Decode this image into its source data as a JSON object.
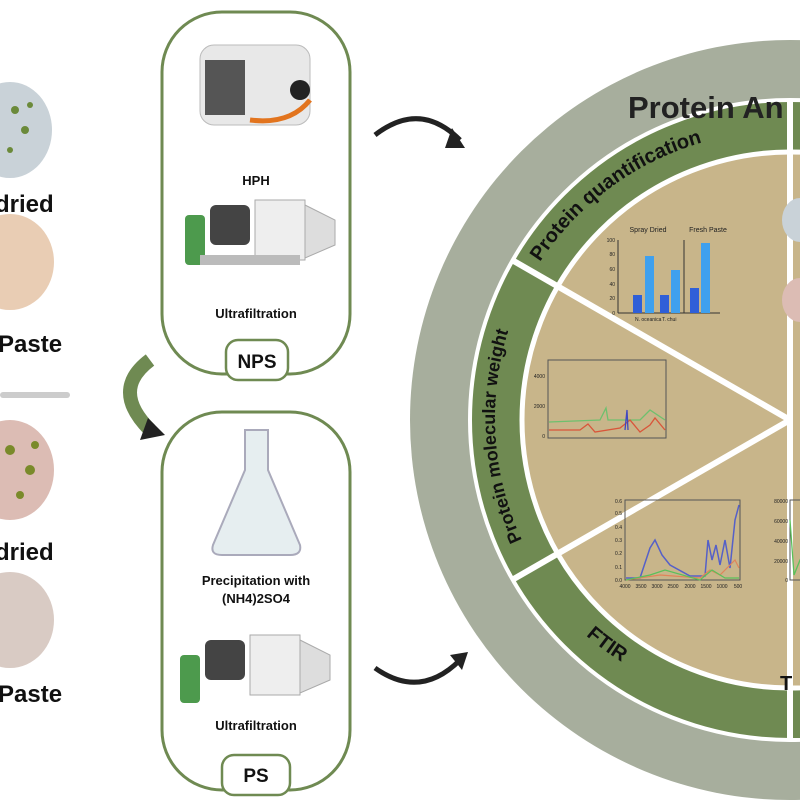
{
  "left_samples": [
    {
      "label": "dried",
      "color": "#c9d2d8"
    },
    {
      "label": "Paste",
      "color": "#e9cdb4"
    },
    {
      "label": "dried",
      "color": "#dcbcb4"
    },
    {
      "label": "Paste",
      "color": "#d9cbc4"
    }
  ],
  "nps_panel": {
    "step1": "HPH",
    "step2": "Ultrafiltration",
    "badge": "NPS"
  },
  "ps_panel": {
    "step1_line1": "Precipitation with",
    "step1_line2": "(NH4)2SO4",
    "step2": "Ultrafiltration",
    "badge": "PS"
  },
  "wheel": {
    "title": "Protein An",
    "segments": {
      "quantification": "Protein quantification",
      "molecular_weight": "Protein molecular weight",
      "ftir": "FTIR",
      "partial": "T"
    },
    "bar_chart": {
      "groups": [
        "Spray Dried",
        "Fresh Paste"
      ],
      "categories": [
        "N. oceanica",
        "T. chui"
      ],
      "y_ticks": [
        "0",
        "20",
        "40",
        "60",
        "80",
        "100"
      ]
    },
    "sec_chart": {
      "y_ticks": [
        "0",
        "2000",
        "4000"
      ]
    },
    "ftir_chart": {
      "y_ticks": [
        "0.0",
        "0.1",
        "0.2",
        "0.3",
        "0.4",
        "0.5",
        "0.6"
      ],
      "x_ticks": [
        "4000",
        "3500",
        "3000",
        "2500",
        "2000",
        "1500",
        "1000",
        "500"
      ]
    },
    "right_chart": {
      "y_ticks": [
        "0",
        "20000",
        "40000",
        "60000",
        "80000"
      ]
    }
  },
  "colors": {
    "green_ring": "#6f8a52",
    "gray_ring": "#a7ae9d",
    "tan": "#c8b58a",
    "panel_border": "#6f8a52"
  }
}
